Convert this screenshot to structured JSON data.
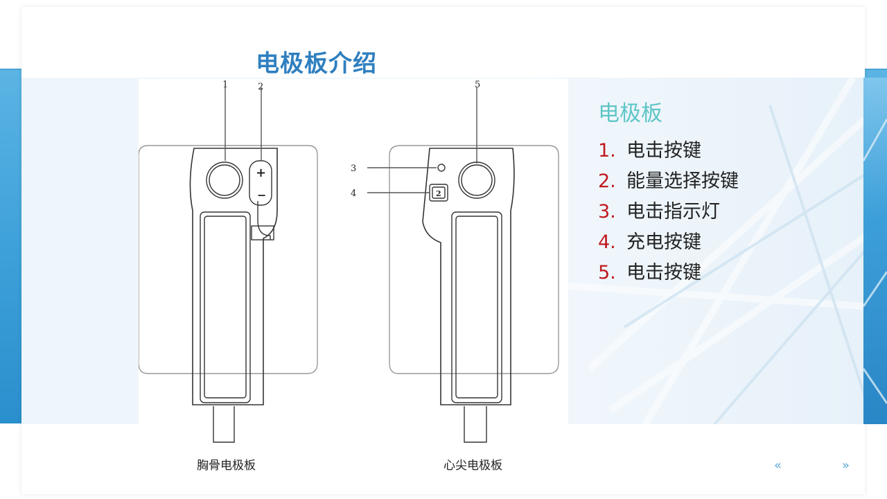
{
  "slide": {
    "title": "电极板介绍"
  },
  "figure": {
    "captions": {
      "sternum": "胸骨电极板",
      "apex": "心尖电极板"
    },
    "callouts": [
      "1",
      "2",
      "3",
      "4",
      "5"
    ],
    "energy_plus": "+",
    "energy_minus": "−",
    "charge_label": "2"
  },
  "panel": {
    "heading": "电极板",
    "items": [
      {
        "num": "1.",
        "text": "电击按键"
      },
      {
        "num": "2.",
        "text": "能量选择按键"
      },
      {
        "num": "3.",
        "text": "电击指示灯"
      },
      {
        "num": "4.",
        "text": "充电按键"
      },
      {
        "num": "5.",
        "text": "电击按键"
      }
    ]
  },
  "nav": {
    "prev_icon": "chevron-double-left-icon",
    "next_icon": "chevron-double-right-icon",
    "prev": "«",
    "next": "»"
  },
  "colors": {
    "title": "#2f7fbf",
    "heading": "#5ec6c6",
    "number": "#c0181f",
    "accent": "#3c9fd8"
  }
}
